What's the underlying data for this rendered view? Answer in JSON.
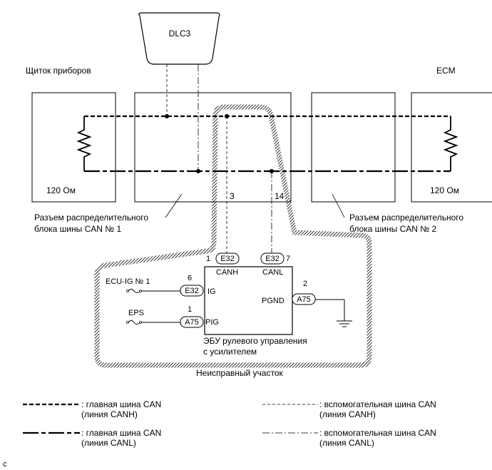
{
  "connector_dlc3": "DLC3",
  "labels": {
    "instrument_panel": "Щиток приборов",
    "ecm": "ECM",
    "resistor_left": "120 Ом",
    "resistor_right": "120 Ом",
    "junction1_line1": "Разъем распределительного",
    "junction1_line2": "блока шины CAN № 1",
    "junction2_line1": "Разъем распределительного",
    "junction2_line2": "блока шины CAN № 2",
    "pin_3": "3",
    "pin_14": "14",
    "faulty_area": "Неисправный участок"
  },
  "ecu": {
    "name_line1": "ЭБУ рулевого управления",
    "name_line2": "с усилителем",
    "canh_pin": "1",
    "canh_conn": "E32",
    "canh_label": "CANH",
    "canl_pin": "7",
    "canl_conn": "E32",
    "canl_label": "CANL",
    "ig_source": "ECU-IG № 1",
    "ig_pin": "6",
    "ig_conn": "E32",
    "ig_label": "IG",
    "pig_source": "EPS",
    "pig_pin": "1",
    "pig_conn": "A75",
    "pig_label": "PIG",
    "pgnd_pin": "2",
    "pgnd_conn": "A75",
    "pgnd_label": "PGND"
  },
  "legend": {
    "main_canh_1": ": главная шина CAN",
    "main_canh_2": "(линия CANH)",
    "main_canl_1": ": главная шина CAN",
    "main_canl_2": "(линия CANL)",
    "aux_canh_1": ": вспомогательная шина CAN",
    "aux_canh_2": "(линия CANH)",
    "aux_canl_1": ": вспомогательная шина CAN",
    "aux_canl_2": "(линия CANL)"
  },
  "corner_mark": "c"
}
